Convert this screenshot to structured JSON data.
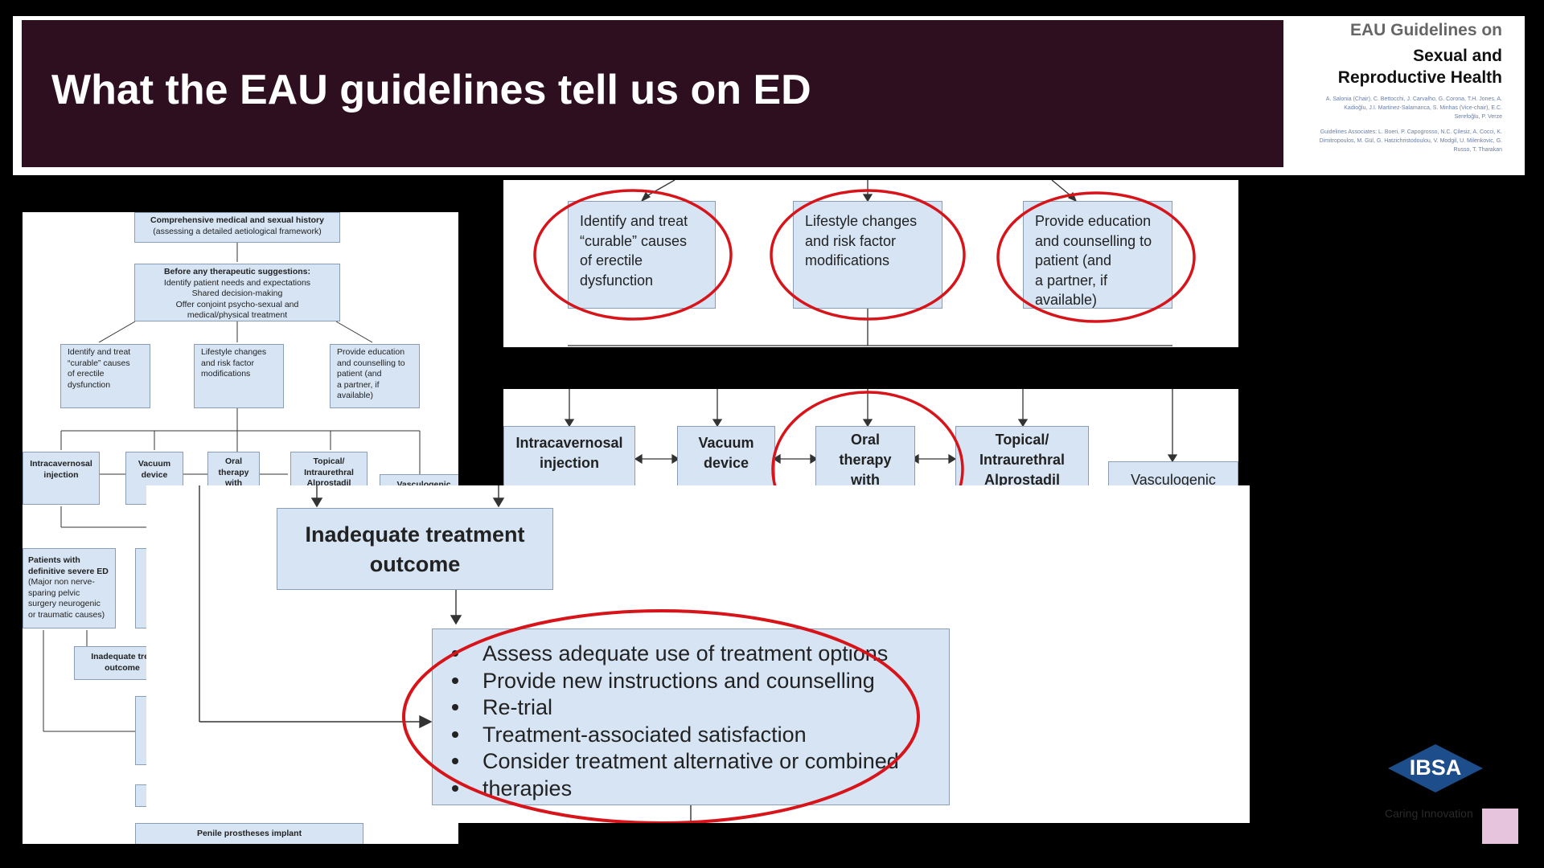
{
  "slide": {
    "title": "What the EAU guidelines tell us on ED",
    "cover": {
      "line1": "EAU Guidelines on",
      "line2": "Sexual and",
      "line3": "Reproductive Health",
      "authors": "A. Salonia (Chair), C. Bettocchi, J. Carvalho, G. Corona, T.H. Jones, A. Kadioğlu, J.I. Martinez-Salamanca, S. Minhas (Vice-chair), E.C. Serefoğlu, P. Verze",
      "associates": "Guidelines Associates: L. Boeri, P. Capogrosso, N.C. Çilesiz, A. Cocci, K. Dimitropoulos, M. Gül, G. Hatzichristodoulou, V. Modgil, U. Milenkovic, G. Russo, T. Tharakan"
    },
    "logo": {
      "name": "IBSA",
      "tagline": "Caring Innovation"
    }
  },
  "flowchart": {
    "history": {
      "title": "Comprehensive medical and sexual history",
      "sub": "(assessing a detailed aetiological framework)"
    },
    "before": {
      "title": "Before any therapeutic suggestions:",
      "l1": "Identify patient needs and expectations",
      "l2": "Shared decision-making",
      "l3": "Offer conjoint psycho-sexual and",
      "l4": "medical/physical treatment"
    },
    "identify": [
      "Identify and treat",
      "“curable” causes",
      "of erectile",
      "dysfunction"
    ],
    "lifestyle": [
      "Lifestyle changes",
      "and risk factor",
      "modifications"
    ],
    "education": [
      "Provide education",
      "and counselling to",
      "patient (and",
      "a partner, if",
      "available)"
    ],
    "intracavernosal": [
      "Intracavernosal",
      "injection"
    ],
    "vacuum": [
      "Vacuum",
      "device"
    ],
    "oral": [
      "Oral",
      "therapy",
      "with"
    ],
    "topical": [
      "Topical/",
      "Intraurethral",
      "Alprostadil"
    ],
    "vasculogenic": "Vasculogenic",
    "small_vasculogenic": "Vasculogenic",
    "severe": [
      "Patients with",
      "definitive severe ED"
    ],
    "severe_note": [
      "(Major non nerve-",
      "sparing pelvic",
      "surgery neurogenic",
      "or traumatic causes)"
    ],
    "small_inadequate": [
      "Inadequate trea",
      "outcome"
    ],
    "inadequate": [
      "Inadequate treatment",
      "outcome"
    ],
    "assess_list": [
      "Assess adequate use of treatment options",
      "Provide new instructions and counselling",
      "Re-trial",
      "Treatment-associated satisfaction",
      "Consider treatment alternative or combined",
      "therapies"
    ],
    "prostheses": "Penile prostheses implant"
  }
}
